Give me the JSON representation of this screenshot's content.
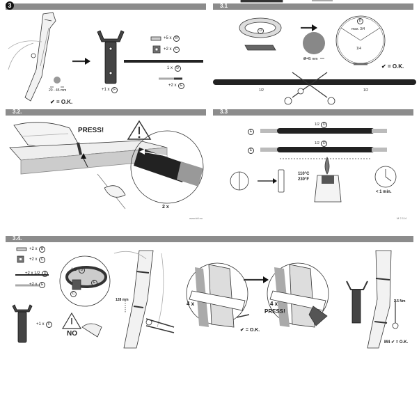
{
  "sections": {
    "s3": {
      "num": "3"
    },
    "s31": {
      "label": "3.1"
    },
    "s32": {
      "label": "3.2."
    },
    "s33": {
      "label": "3.3"
    },
    "s34": {
      "label": "3.4."
    }
  },
  "step3": {
    "gap": "20 - 45 mm",
    "ok": "= O.K.",
    "part_f": "+1 x",
    "f": "F",
    "b_qty": "+5 x",
    "b": "B",
    "c_qty": "+2 x",
    "c": "C",
    "d_qty": "1 x",
    "d": "D",
    "e_qty": "+2 x",
    "e": "E"
  },
  "step31": {
    "d": "D",
    "max": "max. 3/4",
    "quarter": "1/4",
    "diam": "Ø 45 mm",
    "ok": "= O.K.",
    "half_l": "1/2",
    "half_r": "1/2"
  },
  "step32": {
    "press": "PRESS!",
    "count": "2 x",
    "url": "www.ktl.eu"
  },
  "step33": {
    "e1": "E",
    "e2": "E",
    "half1": "1/2",
    "d1": "D",
    "half2": "1/2",
    "d2": "D",
    "temp": "110°C\n230°F",
    "time": "< 1 min.",
    "code": "M 2 114"
  },
  "step34": {
    "b_qty": "+2 x",
    "b": "B",
    "c_qty": "+2 x",
    "c": "C",
    "d_qty": "+2 x 1/2",
    "d": "D",
    "e_qty": "+2 x",
    "e": "E",
    "f_qty": "+1 x",
    "f": "F",
    "ring_half": "1/2",
    "ring_d": "D",
    "ring_e": "E",
    "ring_c": "C",
    "no": "NO",
    "mm": "128 mm",
    "x4a": "4 x",
    "ok1": "= O.K.",
    "x4b": "4 x",
    "press": "PRESS!",
    "nm": "2.5 Nm",
    "m4": "M4",
    "ok2": "= O.K."
  }
}
